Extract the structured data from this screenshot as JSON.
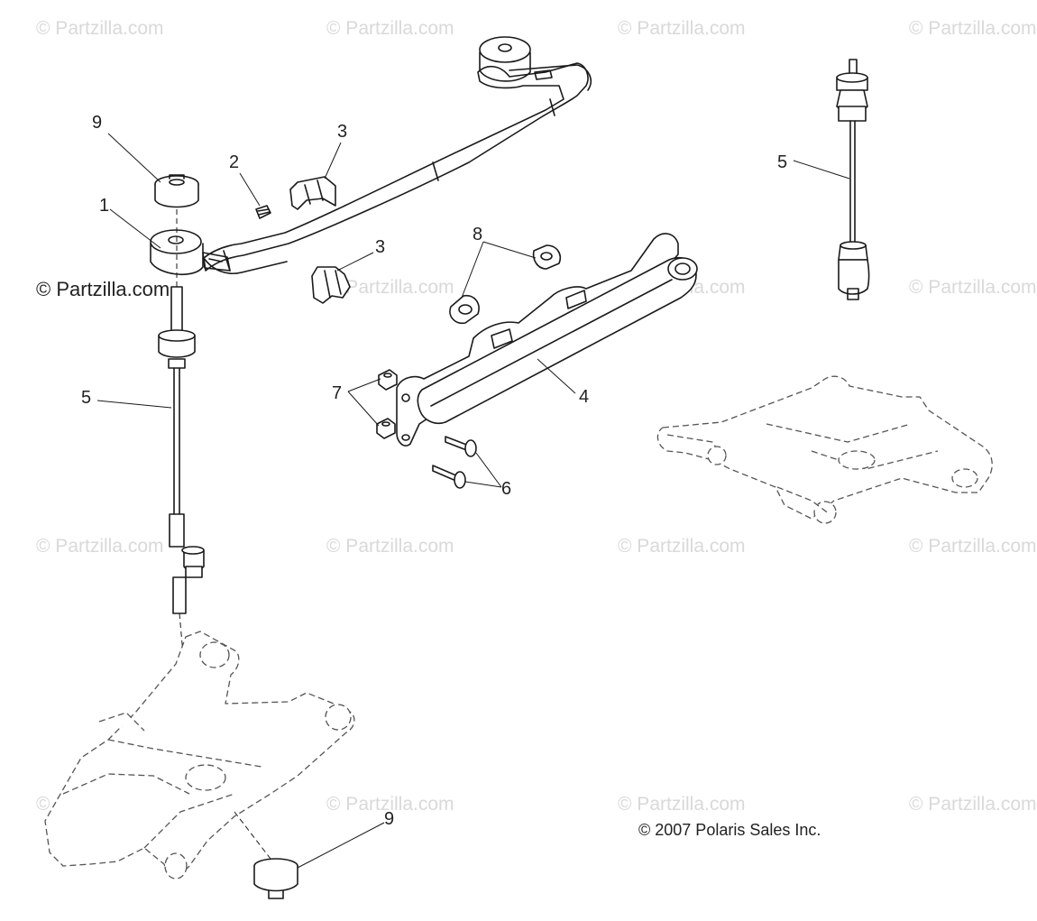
{
  "watermarks": [
    "© Partzilla.com",
    "© Partzilla.com",
    "© Partzilla.com",
    "© Partzilla.com",
    "© Partzilla.com",
    "© Partzilla.com",
    "© Partzilla.com",
    "© Partzilla.com",
    "© Partzilla.com",
    "© Partzilla.com",
    "© Partzilla.com",
    "© Partzilla.com",
    "© Partzilla.com",
    "© Partzilla.com",
    "© Partzilla.com"
  ],
  "watermark_dark": "© Partzilla.com",
  "callouts": {
    "c9_top": "9",
    "c1": "1",
    "c2": "2",
    "c3_top": "3",
    "c3_mid": "3",
    "c8": "8",
    "c5_right": "5",
    "c5_left": "5",
    "c7": "7",
    "c4": "4",
    "c6": "6",
    "c9_bottom": "9"
  },
  "copyright": "© 2007 Polaris Sales Inc.",
  "colors": {
    "line": "#1a1a1a",
    "watermark": "#d9d9d9",
    "background": "#ffffff"
  }
}
